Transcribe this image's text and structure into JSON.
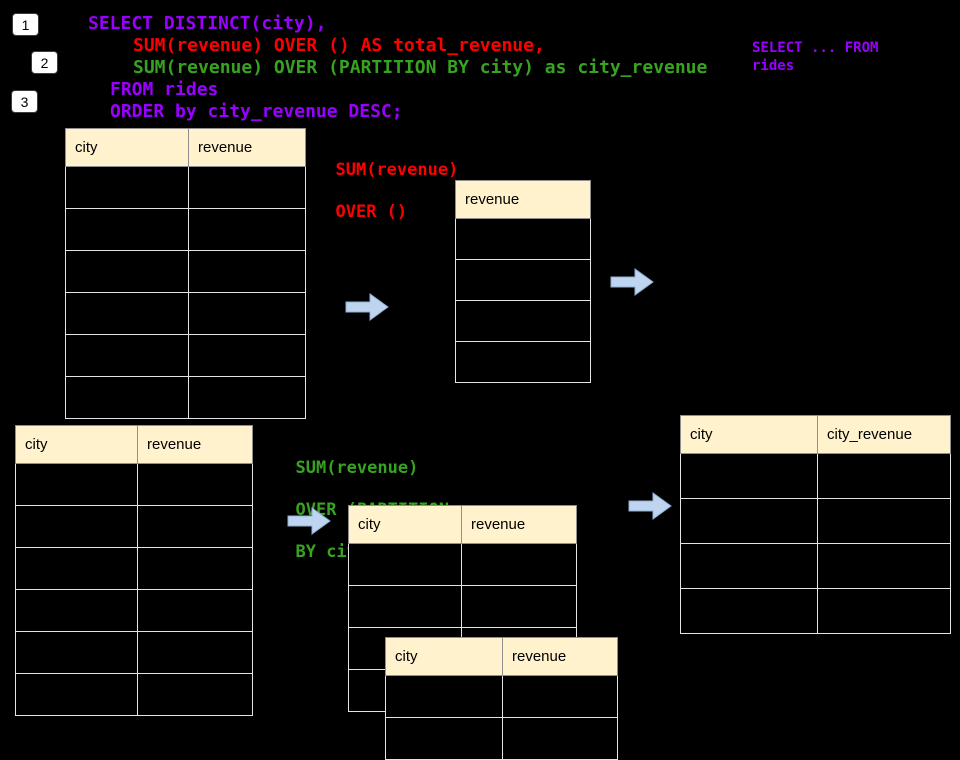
{
  "colors": {
    "background": "#000000",
    "purple": "#9900FF",
    "red": "#FF0000",
    "green": "#38A321",
    "header_fill": "#FFF2CC",
    "arrow_fill": "#BFD5EF",
    "arrow_stroke": "#8FAFD4"
  },
  "badges": [
    {
      "label": "1"
    },
    {
      "label": "2"
    },
    {
      "label": "3"
    }
  ],
  "sql": {
    "line1": "SELECT DISTINCT(city),",
    "line2": "SUM(revenue) OVER () AS total_revenue,",
    "line3": "SUM(revenue) OVER (PARTITION BY city) as city_revenue",
    "line4": "FROM rides",
    "line5": "ORDER by city_revenue DESC;"
  },
  "note": {
    "line1": "SELECT ... FROM",
    "line2": "rides"
  },
  "labels": {
    "total_fn": {
      "line1": "SUM(revenue)",
      "line2": "OVER ()"
    },
    "partition_fn": {
      "line1": "SUM(revenue)",
      "line2": "OVER (PARTITION",
      "line3": "BY city)"
    }
  },
  "tables": {
    "rides_top": {
      "headers": [
        "city",
        "revenue"
      ]
    },
    "total_result": {
      "headers": [
        "revenue"
      ]
    },
    "rides_bottom": {
      "headers": [
        "city",
        "revenue"
      ]
    },
    "partition_back": {
      "headers": [
        "city",
        "revenue"
      ]
    },
    "partition_front": {
      "headers": [
        "city",
        "revenue"
      ]
    },
    "city_result": {
      "headers": [
        "city",
        "city_revenue"
      ]
    }
  },
  "icons": {
    "flow_arrow": "right-arrow"
  }
}
